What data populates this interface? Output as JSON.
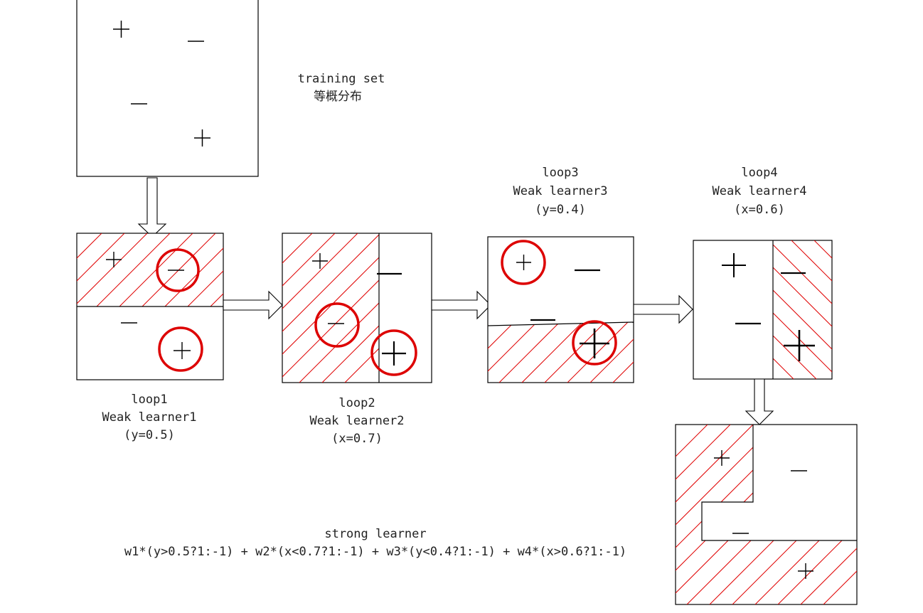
{
  "colors": {
    "hatch": "#e00000",
    "ring": "#dd0000",
    "ink": "#000000"
  },
  "training": {
    "title": "training set",
    "subtitle": "等概分布"
  },
  "loops": [
    {
      "loop": "loop1",
      "learner": "Weak learner1",
      "rule": "(y=0.5)"
    },
    {
      "loop": "loop2",
      "learner": "Weak learner2",
      "rule": "(x=0.7)"
    },
    {
      "loop": "loop3",
      "learner": "Weak learner3",
      "rule": "(y=0.4)"
    },
    {
      "loop": "loop4",
      "learner": "Weak learner4",
      "rule": "(x=0.6)"
    }
  ],
  "strong": {
    "title": "strong learner",
    "formula": "w1*(y>0.5?1:-1) + w2*(x<0.7?1:-1) + w3*(y<0.4?1:-1) + w4*(x>0.6?1:-1)"
  }
}
